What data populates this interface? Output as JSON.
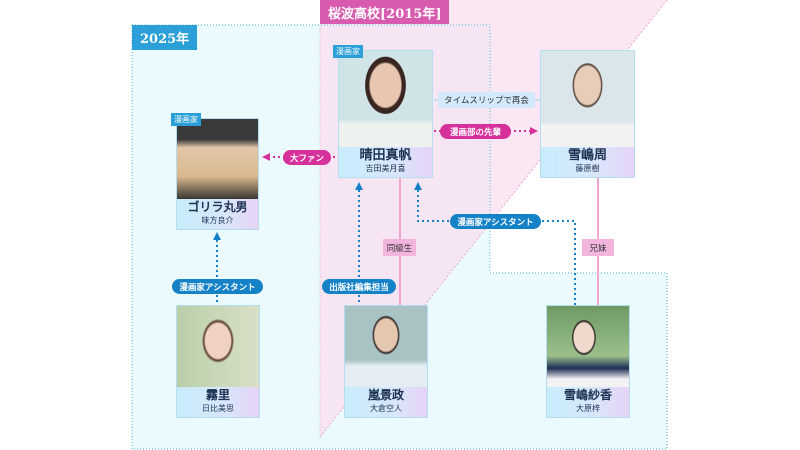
{
  "regions": {
    "present": "2025年",
    "past": "桜波高校[2015年]"
  },
  "colors": {
    "blue": "#1582c8",
    "magenta": "#d6309a",
    "pink": "#f5a9d4",
    "lightblue": "#eafaff"
  },
  "characters": [
    {
      "role": "漫画家",
      "name": "ゴリラ丸男",
      "actor": "味方良介"
    },
    {
      "role": "漫画家",
      "name": "晴田真帆",
      "actor": "吉田美月喜"
    },
    {
      "name": "雪嶋周",
      "actor": "藤原樹"
    },
    {
      "name": "霧里",
      "actor": "日比美思"
    },
    {
      "name": "嵐景政",
      "actor": "大倉空人"
    },
    {
      "name": "雪嶋紗香",
      "actor": "大原梓"
    }
  ],
  "relations": {
    "big_fan": "大ファン",
    "time_slip": "タイムスリップで再会",
    "club_senior": "漫画部の先輩",
    "assistant_right": "漫画家アシスタント",
    "classmate": "同級生",
    "siblings": "兄妹",
    "assistant_left": "漫画家アシスタント",
    "editor": "出版社編集担当"
  }
}
